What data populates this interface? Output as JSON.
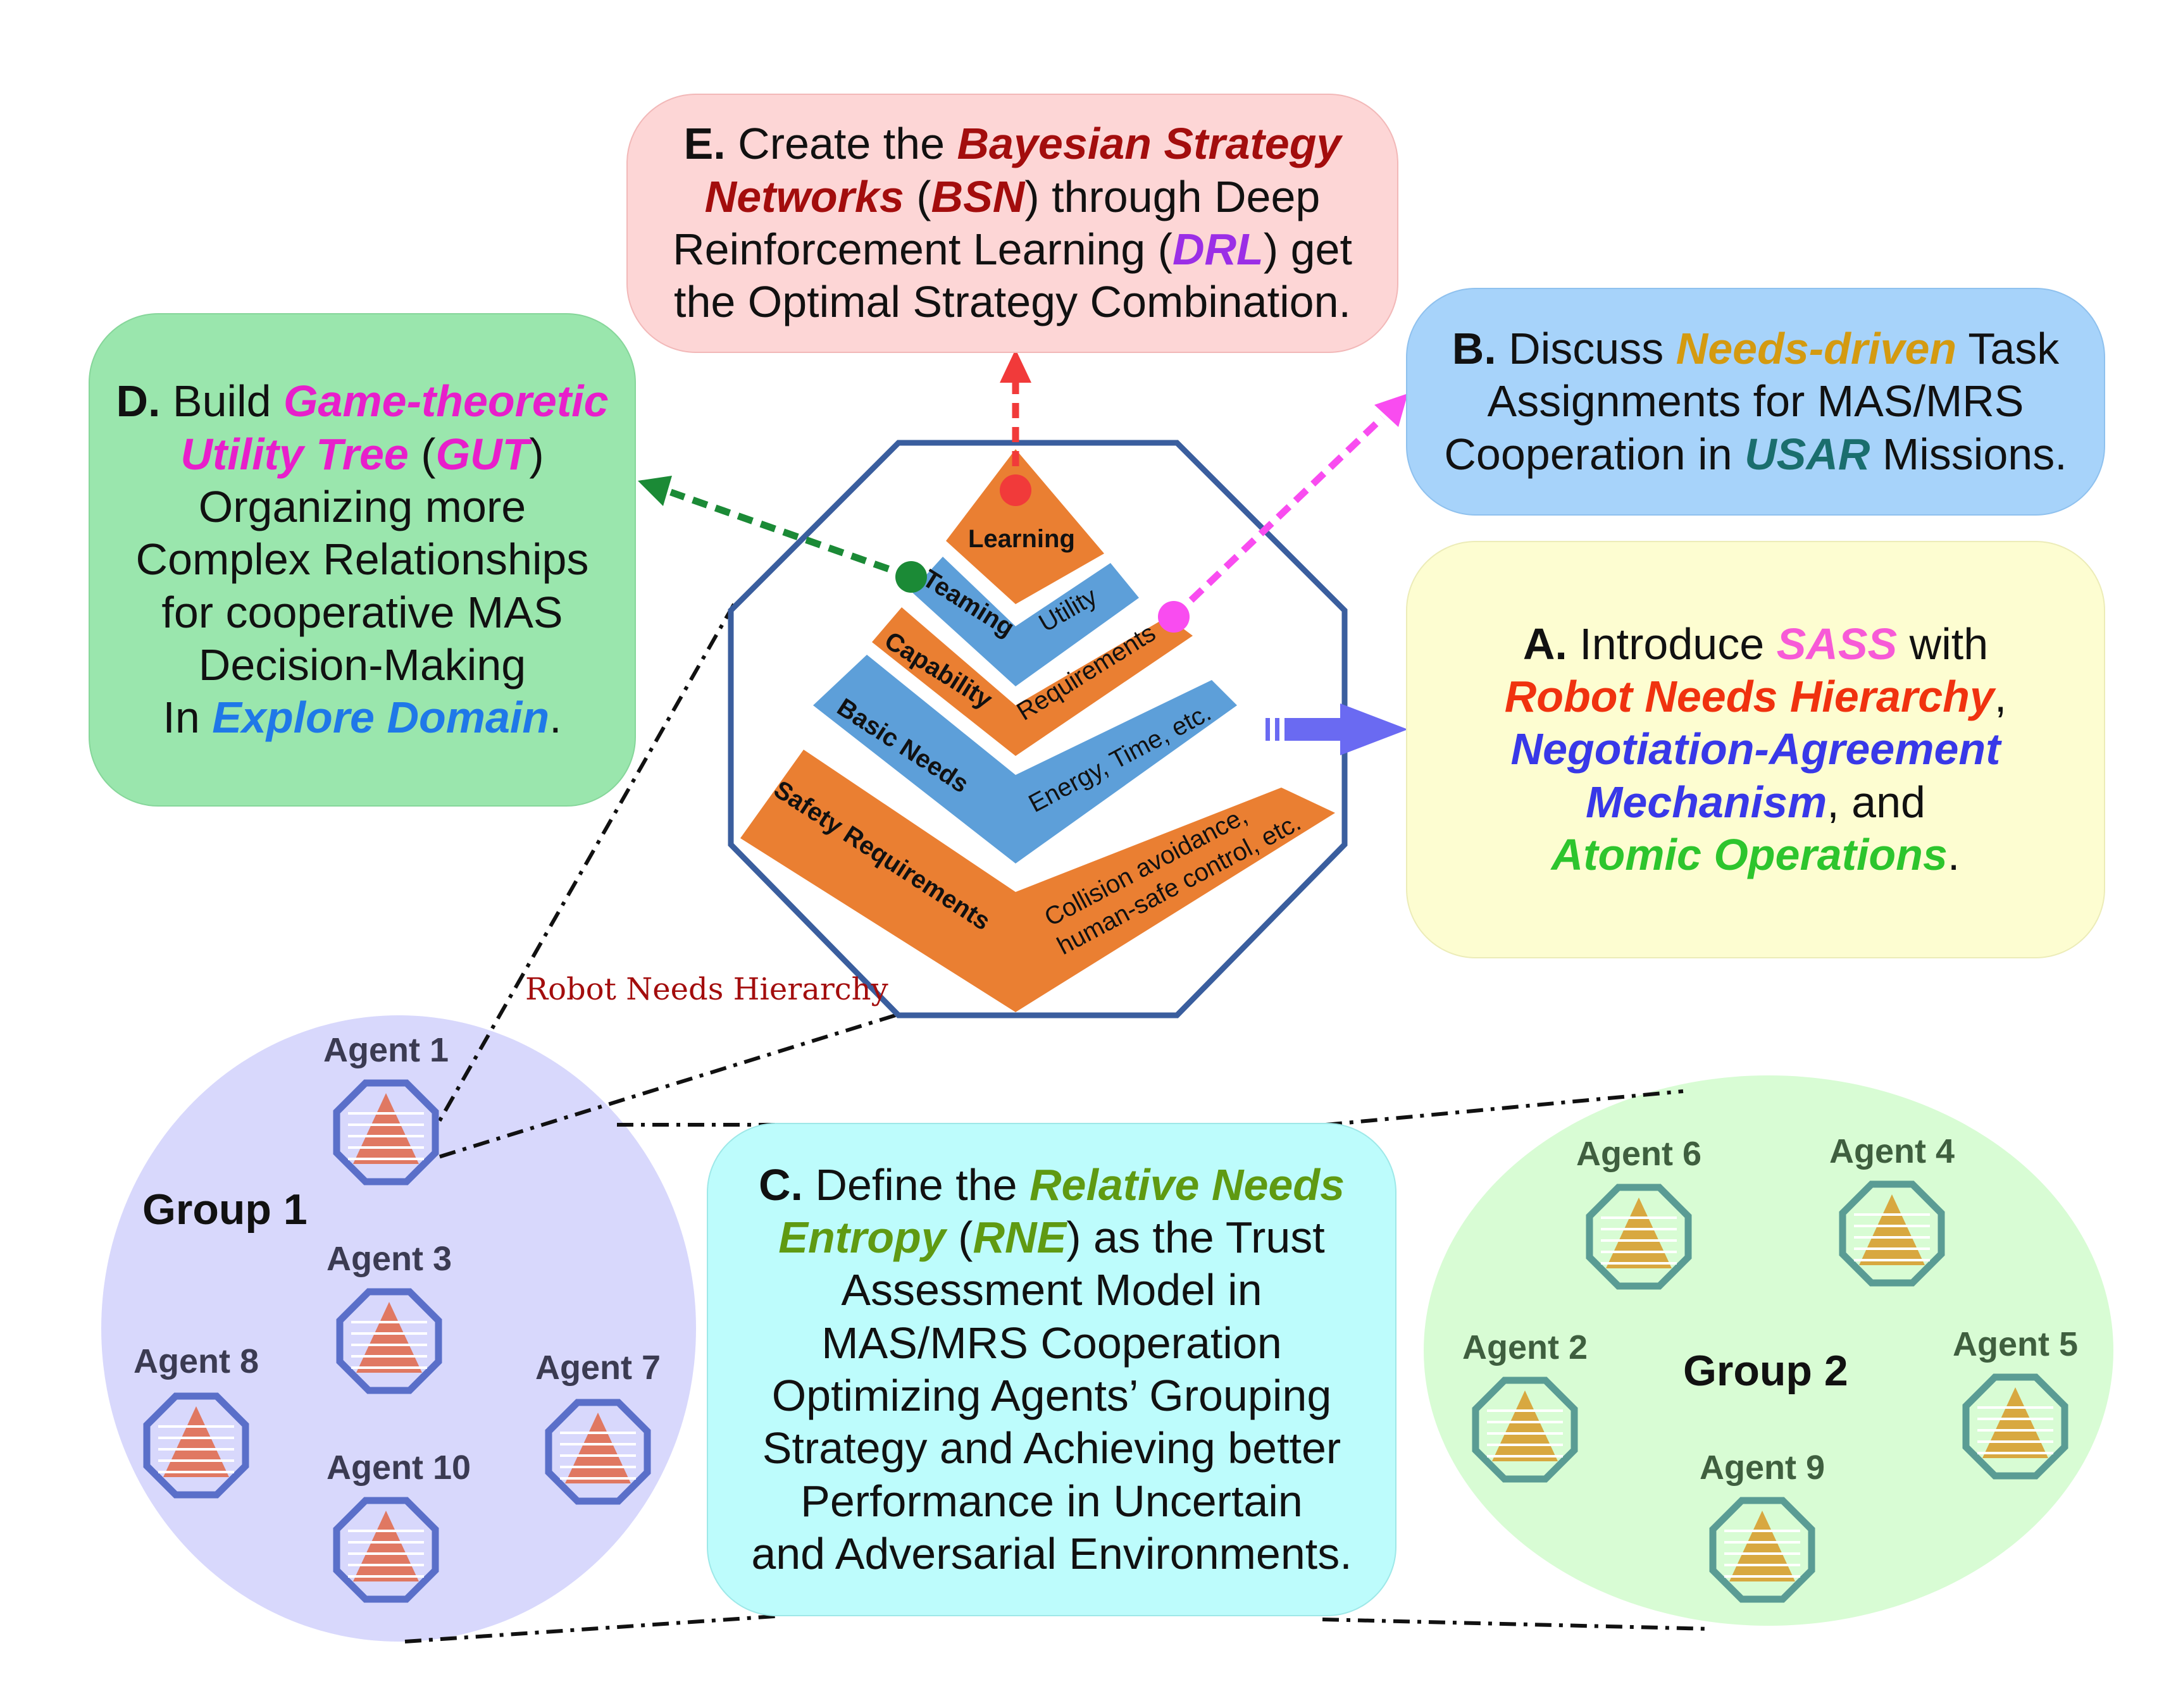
{
  "box_e": {
    "letter": "E.",
    "t1": " Create the ",
    "k1": "Bayesian Strategy",
    "k2": "Networks",
    "t2": " (",
    "k3": "BSN",
    "t3": ") through Deep",
    "t4": "Reinforcement Learning (",
    "k4": "DRL",
    "t5": ") get",
    "t6": "the Optimal Strategy Combination."
  },
  "box_d": {
    "letter": "D.",
    "t1": " Build ",
    "k1": "Game-theoretic",
    "k2": "Utility Tree",
    "t2": " (",
    "k3": "GUT",
    "t3": ")",
    "t4": "Organizing more",
    "t5": "Complex Relationships",
    "t6": "for cooperative MAS",
    "t7": "Decision-Making",
    "t8": "In ",
    "k4": "Explore Domain",
    "t9": "."
  },
  "box_b": {
    "letter": "B.",
    "t1": " Discuss ",
    "k1": "Needs-driven",
    "t2": " Task",
    "t3": "Assignments for MAS/MRS",
    "t4": "Cooperation in ",
    "k2": "USAR",
    "t5": " Missions."
  },
  "box_a": {
    "letter": "A.",
    "t1": " Introduce ",
    "k1": "SASS",
    "t2": " with",
    "k2": "Robot Needs Hierarchy",
    "t3": ",",
    "k3": "Negotiation-Agreement",
    "k4": "Mechanism",
    "t4": ", and",
    "k5": "Atomic Operations",
    "t5": "."
  },
  "box_c": {
    "letter": "C.",
    "t1": " Define the ",
    "k1": "Relative Needs",
    "k2": "Entropy",
    "t2": " (",
    "k3": "RNE",
    "t3": ") as the Trust",
    "t4": "Assessment Model in",
    "t5": "MAS/MRS Cooperation",
    "t6": "Optimizing Agents’ Grouping",
    "t7": "Strategy and Achieving better",
    "t8": "Performance in Uncertain",
    "t9": "and Adversarial Environments."
  },
  "pyramid": {
    "levels": [
      {
        "name": "Learning",
        "detail": ""
      },
      {
        "name": "Teaming",
        "detail": "Utility"
      },
      {
        "name": "Capability",
        "detail": "Requirements"
      },
      {
        "name": "Basic Needs",
        "detail": "Energy, Time, etc."
      },
      {
        "name": "Safety Requirements",
        "detail_1": "Collision avoidance,",
        "detail_2": "human-safe control, etc."
      }
    ],
    "caption": "Robot Needs Hierarchy"
  },
  "groups": [
    {
      "name": "Group 1",
      "agents": [
        "Agent 1",
        "Agent 3",
        "Agent 8",
        "Agent 7",
        "Agent 10"
      ]
    },
    {
      "name": "Group 2",
      "agents": [
        "Agent 6",
        "Agent 4",
        "Agent 2",
        "Agent 5",
        "Agent 9"
      ]
    }
  ],
  "colors": {
    "box_e": "#fdd6d6",
    "box_d": "#9ae6ad",
    "box_b": "#a7d3fa",
    "box_a": "#fdfdd1",
    "box_c": "#bdfcfc",
    "group1": "#d8d8fc",
    "group2": "#d8fcd4",
    "pyramid_orange": "#ea7f32",
    "pyramid_blue": "#5d9fd9",
    "octagon": "#3a5e9e",
    "arrow_e": "#f13a3a",
    "arrow_d": "#1b8a36",
    "arrow_b": "#f94cf0",
    "arrow_a": "#6a6af2",
    "dark_red": "#a30d0d",
    "purple": "#9b2ee6",
    "magenta": "#e81ecb",
    "blue": "#1f78e8",
    "gold": "#d49a10",
    "teal": "#1a6e6e",
    "pink": "#f75ad7",
    "red_orange": "#f0320f",
    "indigo": "#3838e8",
    "green": "#2dc52d",
    "olive": "#5f9a12"
  }
}
